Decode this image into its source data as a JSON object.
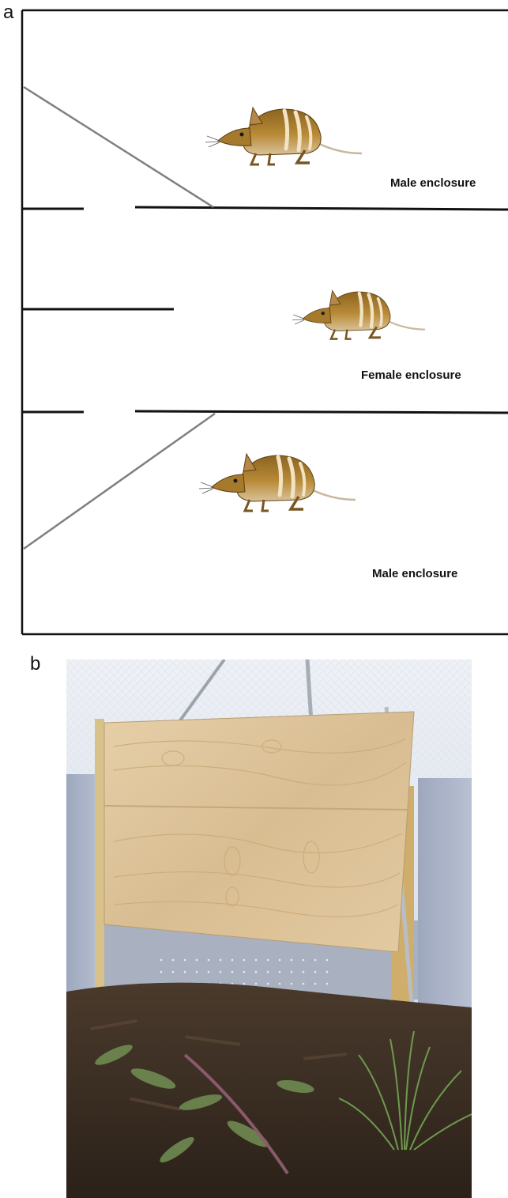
{
  "panels": {
    "a": {
      "label": "a",
      "enclosures": [
        {
          "label": "Male enclosure"
        },
        {
          "label": "Female enclosure"
        },
        {
          "label": "Male enclosure"
        }
      ]
    },
    "b": {
      "label": "b"
    }
  },
  "colors": {
    "wall": "#111111",
    "diagonal": "#7f7f7f",
    "animal_fur": "#a57a2c",
    "plywood": "#dcc29a"
  }
}
